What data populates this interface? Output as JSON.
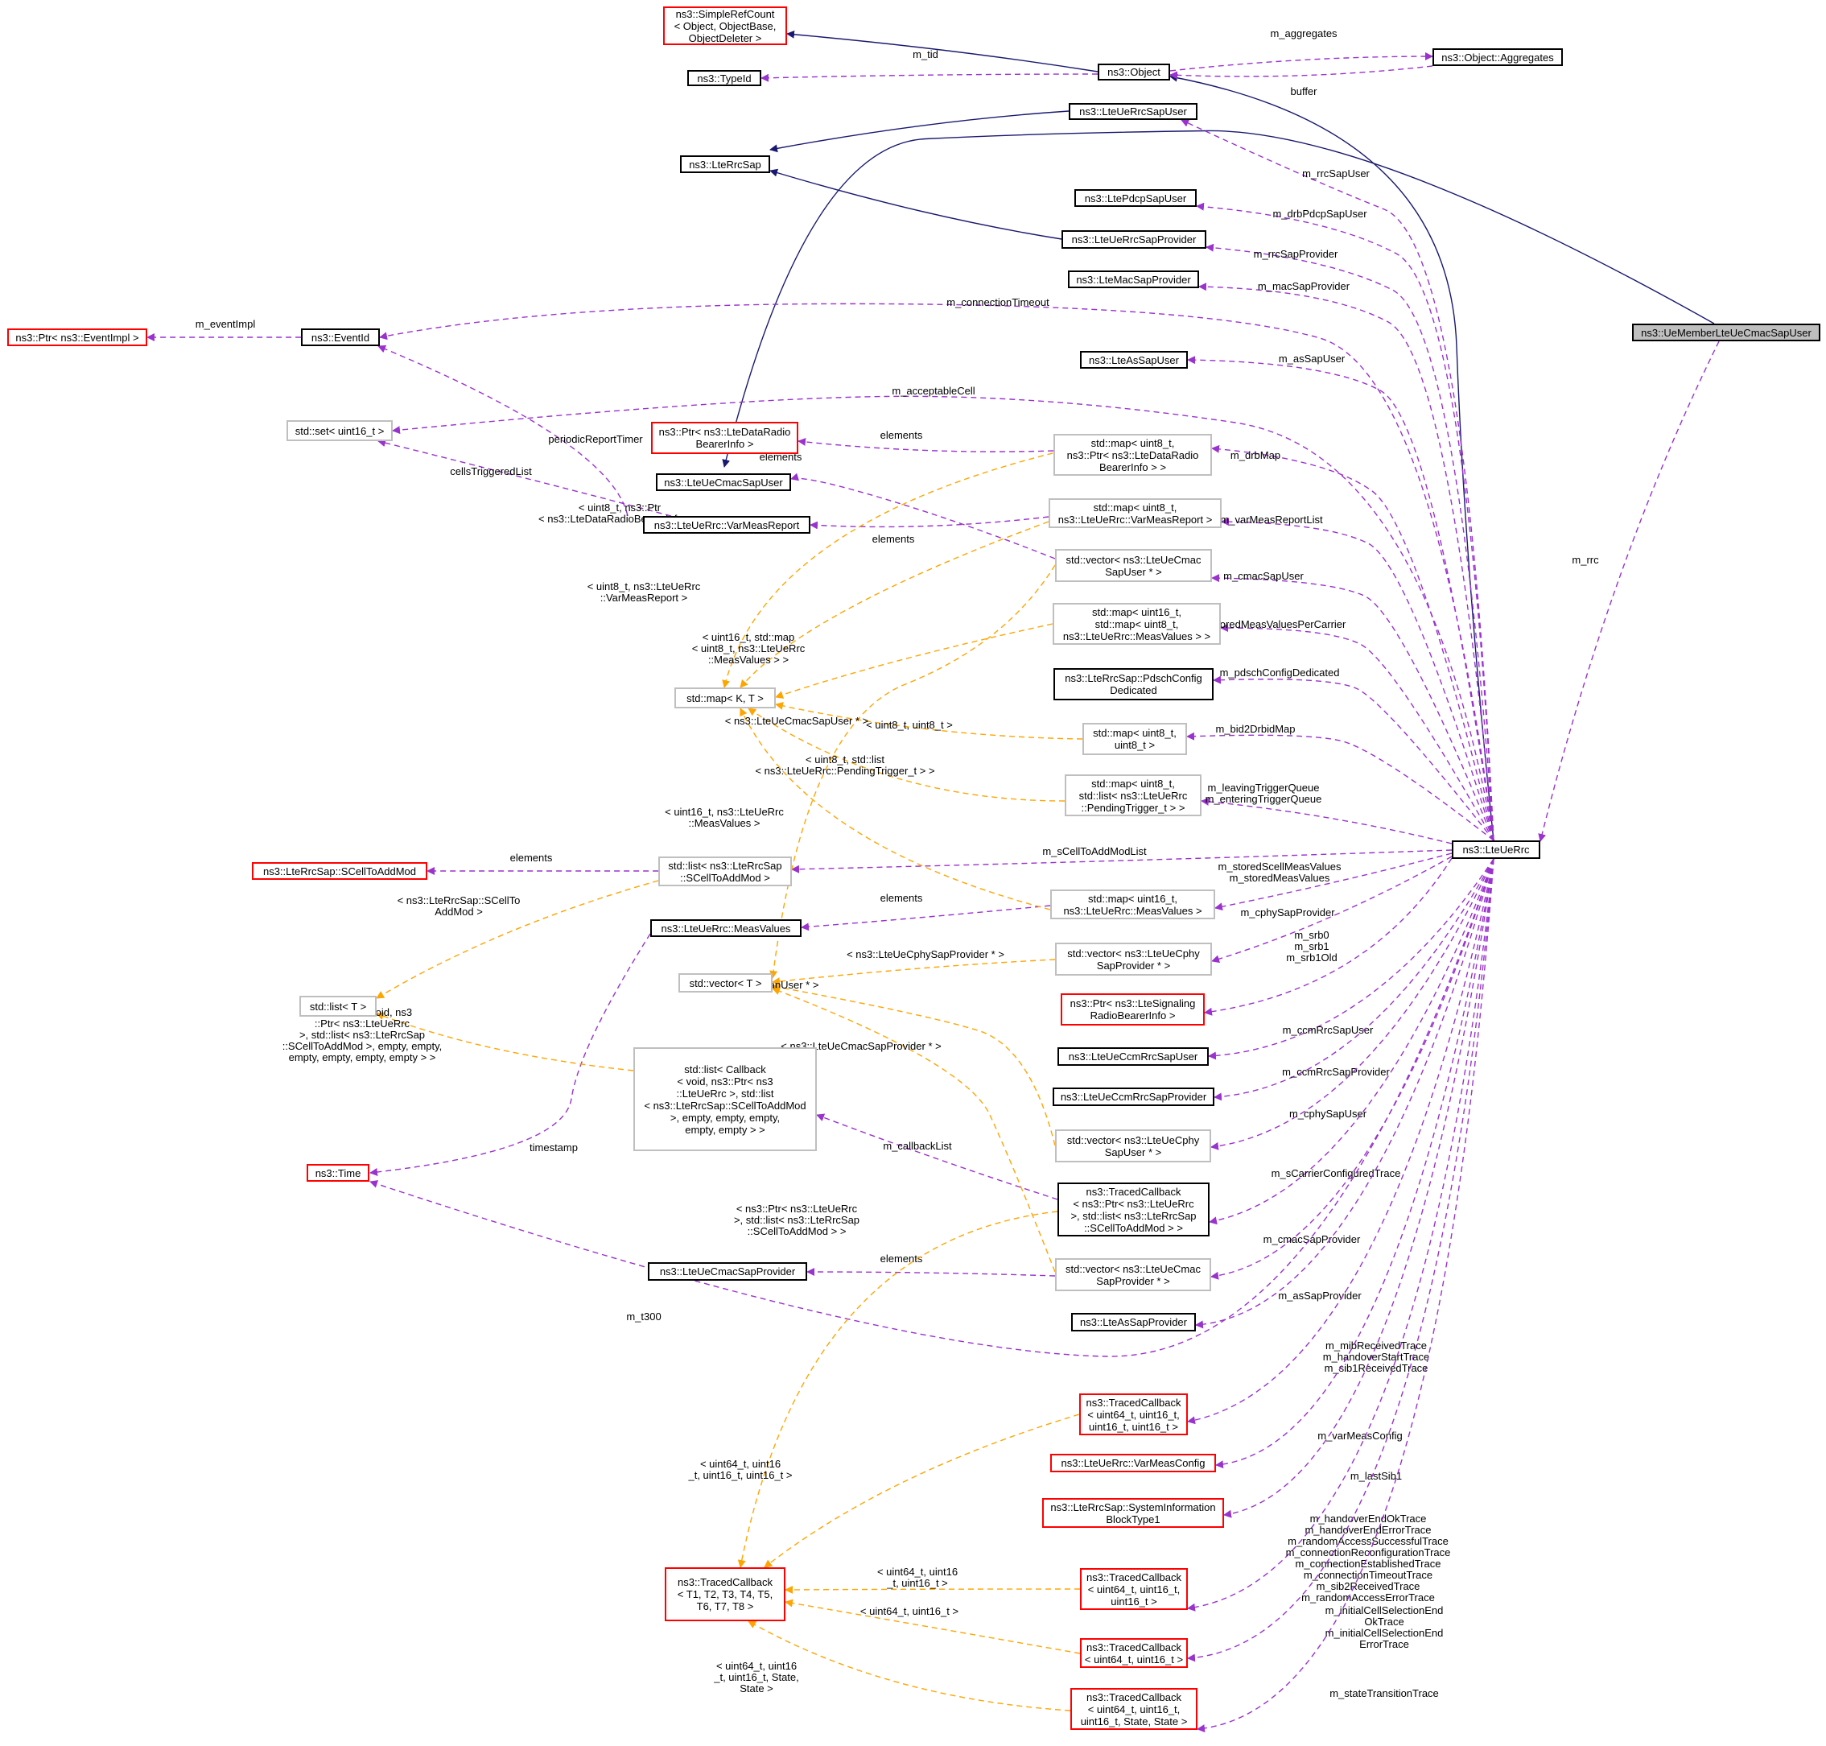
{
  "nodes": {
    "simpleRefCount": {
      "lines": [
        "ns3::SimpleRefCount",
        "< Object, ObjectBase,",
        "ObjectDeleter >"
      ],
      "style": "red"
    },
    "typeId": {
      "lines": [
        "ns3::TypeId"
      ],
      "style": "black"
    },
    "object": {
      "lines": [
        "ns3::Object"
      ],
      "style": "black"
    },
    "aggregates": {
      "lines": [
        "ns3::Object::Aggregates"
      ],
      "style": "black"
    },
    "lteUeRrcSapUser": {
      "lines": [
        "ns3::LteUeRrcSapUser"
      ],
      "style": "black"
    },
    "lteRrcSap": {
      "lines": [
        "ns3::LteRrcSap"
      ],
      "style": "black"
    },
    "ltePdcpSapUser": {
      "lines": [
        "ns3::LtePdcpSapUser"
      ],
      "style": "black"
    },
    "lteUeRrcSapProvider": {
      "lines": [
        "ns3::LteUeRrcSapProvider"
      ],
      "style": "black"
    },
    "lteMacSapProvider": {
      "lines": [
        "ns3::LteMacSapProvider"
      ],
      "style": "black"
    },
    "ptrEventImpl": {
      "lines": [
        "ns3::Ptr< ns3::EventImpl >"
      ],
      "style": "red"
    },
    "eventId": {
      "lines": [
        "ns3::EventId"
      ],
      "style": "black"
    },
    "lteAsSapUser": {
      "lines": [
        "ns3::LteAsSapUser"
      ],
      "style": "black"
    },
    "focusNode": {
      "lines": [
        "ns3::UeMemberLteUeCmacSapUser"
      ],
      "style": "focus"
    },
    "setUint16": {
      "lines": [
        "std::set< uint16_t >"
      ],
      "style": "grey"
    },
    "ptrDataRadio": {
      "lines": [
        "ns3::Ptr< ns3::LteDataRadio",
        "BearerInfo >"
      ],
      "style": "red"
    },
    "mapDrb": {
      "lines": [
        "std::map< uint8_t,",
        "ns3::Ptr< ns3::LteDataRadio",
        "BearerInfo > >"
      ],
      "style": "grey"
    },
    "lteUeCmacSapUser": {
      "lines": [
        "ns3::LteUeCmacSapUser"
      ],
      "style": "black"
    },
    "varMeasReport": {
      "lines": [
        "ns3::LteUeRrc::VarMeasReport"
      ],
      "style": "black"
    },
    "mapVarMeas": {
      "lines": [
        "std::map< uint8_t,",
        "ns3::LteUeRrc::VarMeasReport >"
      ],
      "style": "grey"
    },
    "vecCmacUser": {
      "lines": [
        "std::vector< ns3::LteUeCmac",
        "SapUser * >"
      ],
      "style": "grey"
    },
    "mapStoredMeas": {
      "lines": [
        "std::map< uint16_t,",
        "std::map< uint8_t,",
        "ns3::LteUeRrc::MeasValues > >"
      ],
      "style": "grey"
    },
    "mapKT": {
      "lines": [
        "std::map< K, T >"
      ],
      "style": "grey"
    },
    "pdschConfig": {
      "lines": [
        "ns3::LteRrcSap::PdschConfig",
        "Dedicated"
      ],
      "style": "black"
    },
    "mapUint8": {
      "lines": [
        "std::map< uint8_t,",
        "uint8_t >"
      ],
      "style": "grey"
    },
    "mapPending": {
      "lines": [
        "std::map< uint8_t,",
        "std::list< ns3::LteUeRrc",
        "::PendingTrigger_t > >"
      ],
      "style": "grey"
    },
    "lteUeRrc": {
      "lines": [
        "ns3::LteUeRrc"
      ],
      "style": "black"
    },
    "scellAddMod": {
      "lines": [
        "ns3::LteRrcSap::SCellToAddMod"
      ],
      "style": "red"
    },
    "listScell": {
      "lines": [
        "std::list< ns3::LteRrcSap",
        "::SCellToAddMod >"
      ],
      "style": "grey"
    },
    "measValues": {
      "lines": [
        "ns3::LteUeRrc::MeasValues"
      ],
      "style": "black"
    },
    "mapMeasValues": {
      "lines": [
        "std::map< uint16_t,",
        "ns3::LteUeRrc::MeasValues >"
      ],
      "style": "grey"
    },
    "vectorT": {
      "lines": [
        "std::vector< T >"
      ],
      "style": "grey"
    },
    "vecCphyProv": {
      "lines": [
        "std::vector< ns3::LteUeCphy",
        "SapProvider * >"
      ],
      "style": "grey"
    },
    "listT": {
      "lines": [
        "std::list< T >"
      ],
      "style": "grey"
    },
    "ptrSignaling": {
      "lines": [
        "ns3::Ptr< ns3::LteSignaling",
        "RadioBearerInfo >"
      ],
      "style": "red"
    },
    "ccmUser": {
      "lines": [
        "ns3::LteUeCcmRrcSapUser"
      ],
      "style": "black"
    },
    "listCallback": {
      "lines": [
        "std::list< Callback",
        "< void, ns3::Ptr< ns3",
        "::LteUeRrc >, std::list",
        "< ns3::LteRrcSap::SCellToAddMod",
        ">, empty, empty, empty,",
        "empty, empty > >"
      ],
      "style": "grey"
    },
    "ccmProvider": {
      "lines": [
        "ns3::LteUeCcmRrcSapProvider"
      ],
      "style": "black"
    },
    "vecCphyUser": {
      "lines": [
        "std::vector< ns3::LteUeCphy",
        "SapUser * >"
      ],
      "style": "grey"
    },
    "time": {
      "lines": [
        "ns3::Time"
      ],
      "style": "red"
    },
    "tracedScell": {
      "lines": [
        "ns3::TracedCallback",
        "< ns3::Ptr< ns3::LteUeRrc",
        ">, std::list< ns3::LteRrcSap",
        "::SCellToAddMod > >"
      ],
      "style": "black"
    },
    "cmacProvider": {
      "lines": [
        "ns3::LteUeCmacSapProvider"
      ],
      "style": "black"
    },
    "vecCmacProv": {
      "lines": [
        "std::vector< ns3::LteUeCmac",
        "SapProvider * >"
      ],
      "style": "grey"
    },
    "asProvider": {
      "lines": [
        "ns3::LteAsSapProvider"
      ],
      "style": "black"
    },
    "traced4": {
      "lines": [
        "ns3::TracedCallback",
        "< uint64_t, uint16_t,",
        "uint16_t, uint16_t >"
      ],
      "style": "red"
    },
    "varMeasConfig": {
      "lines": [
        "ns3::LteUeRrc::VarMeasConfig"
      ],
      "style": "red"
    },
    "sib1": {
      "lines": [
        "ns3::LteRrcSap::SystemInformation",
        "BlockType1"
      ],
      "style": "red"
    },
    "tracedT1T8": {
      "lines": [
        "ns3::TracedCallback",
        "< T1, T2, T3, T4, T5,",
        "T6, T7, T8 >"
      ],
      "style": "red"
    },
    "traced3": {
      "lines": [
        "ns3::TracedCallback",
        "< uint64_t, uint16_t,",
        "uint16_t >"
      ],
      "style": "red"
    },
    "traced2": {
      "lines": [
        "ns3::TracedCallback",
        "< uint64_t, uint16_t >"
      ],
      "style": "red"
    },
    "tracedState": {
      "lines": [
        "ns3::TracedCallback",
        "< uint64_t, uint16_t,",
        "uint16_t, State, State >"
      ],
      "style": "red"
    }
  },
  "edges": [
    {
      "from": "object",
      "to": "simpleRefCount",
      "kind": "inherit",
      "label": []
    },
    {
      "from": "lteUeRrcSapUser",
      "to": "lteRrcSap",
      "kind": "inherit",
      "label": []
    },
    {
      "from": "lteUeRrcSapProvider",
      "to": "lteRrcSap",
      "kind": "inherit",
      "label": []
    },
    {
      "from": "focusNode",
      "to": "lteUeCmacSapUser",
      "kind": "inherit",
      "label": []
    },
    {
      "from": "lteUeRrc",
      "to": "object",
      "kind": "inherit",
      "label": []
    },
    {
      "from": "object",
      "to": "typeId",
      "kind": "member",
      "label": [
        "m_tid"
      ]
    },
    {
      "from": "object",
      "to": "aggregates",
      "kind": "member",
      "label": [
        "m_aggregates"
      ]
    },
    {
      "from": "aggregates",
      "to": "object",
      "kind": "member",
      "label": [
        "buffer"
      ]
    },
    {
      "from": "eventId",
      "to": "ptrEventImpl",
      "kind": "member",
      "label": [
        "m_eventImpl"
      ]
    },
    {
      "from": "varMeasReport",
      "to": "eventId",
      "kind": "member",
      "label": [
        "periodicReportTimer"
      ]
    },
    {
      "from": "varMeasReport",
      "to": "setUint16",
      "kind": "member",
      "label": [
        "cellsTriggeredList"
      ]
    },
    {
      "from": "mapDrb",
      "to": "ptrDataRadio",
      "kind": "member",
      "label": [
        "elements"
      ]
    },
    {
      "from": "vecCmacUser",
      "to": "lteUeCmacSapUser",
      "kind": "member",
      "label": [
        "elements"
      ]
    },
    {
      "from": "mapVarMeas",
      "to": "varMeasReport",
      "kind": "member",
      "label": [
        "elements"
      ]
    },
    {
      "from": "listScell",
      "to": "scellAddMod",
      "kind": "member",
      "label": [
        "elements"
      ]
    },
    {
      "from": "mapMeasValues",
      "to": "measValues",
      "kind": "member",
      "label": [
        "elements"
      ]
    },
    {
      "from": "measValues",
      "to": "time",
      "kind": "member",
      "label": [
        "timestamp"
      ]
    },
    {
      "from": "tracedScell",
      "to": "listCallback",
      "kind": "member",
      "label": [
        "m_callbackList"
      ]
    },
    {
      "from": "vecCmacProv",
      "to": "cmacProvider",
      "kind": "member",
      "label": [
        "elements"
      ]
    },
    {
      "from": "focusNode",
      "to": "lteUeRrc",
      "kind": "member",
      "label": [
        "m_rrc"
      ]
    },
    {
      "from": "lteUeRrc",
      "to": "lteUeRrcSapUser",
      "kind": "member",
      "label": [
        "m_rrcSapUser"
      ]
    },
    {
      "from": "lteUeRrc",
      "to": "ltePdcpSapUser",
      "kind": "member",
      "label": [
        "m_drbPdcpSapUser"
      ]
    },
    {
      "from": "lteUeRrc",
      "to": "lteUeRrcSapProvider",
      "kind": "member",
      "label": [
        "m_rrcSapProvider"
      ]
    },
    {
      "from": "lteUeRrc",
      "to": "lteMacSapProvider",
      "kind": "member",
      "label": [
        "m_macSapProvider"
      ]
    },
    {
      "from": "lteUeRrc",
      "to": "eventId",
      "kind": "member",
      "label": [
        "m_connectionTimeout"
      ]
    },
    {
      "from": "lteUeRrc",
      "to": "lteAsSapUser",
      "kind": "member",
      "label": [
        "m_asSapUser"
      ]
    },
    {
      "from": "lteUeRrc",
      "to": "setUint16",
      "kind": "member",
      "label": [
        "m_acceptableCell"
      ]
    },
    {
      "from": "lteUeRrc",
      "to": "mapDrb",
      "kind": "member",
      "label": [
        "m_drbMap"
      ]
    },
    {
      "from": "lteUeRrc",
      "to": "mapVarMeas",
      "kind": "member",
      "label": [
        "m_varMeasReportList"
      ]
    },
    {
      "from": "lteUeRrc",
      "to": "vecCmacUser",
      "kind": "member",
      "label": [
        "m_cmacSapUser"
      ]
    },
    {
      "from": "lteUeRrc",
      "to": "mapStoredMeas",
      "kind": "member",
      "label": [
        "m_storedMeasValuesPerCarrier"
      ]
    },
    {
      "from": "lteUeRrc",
      "to": "pdschConfig",
      "kind": "member",
      "label": [
        "m_pdschConfigDedicated"
      ]
    },
    {
      "from": "lteUeRrc",
      "to": "mapUint8",
      "kind": "member",
      "label": [
        "m_bid2DrbidMap"
      ]
    },
    {
      "from": "lteUeRrc",
      "to": "mapPending",
      "kind": "member",
      "label": [
        "m_leavingTriggerQueue",
        "m_enteringTriggerQueue"
      ]
    },
    {
      "from": "lteUeRrc",
      "to": "listScell",
      "kind": "member",
      "label": [
        "m_sCellToAddModList"
      ]
    },
    {
      "from": "lteUeRrc",
      "to": "mapMeasValues",
      "kind": "member",
      "label": [
        "m_storedScellMeasValues",
        "m_storedMeasValues"
      ]
    },
    {
      "from": "lteUeRrc",
      "to": "vecCphyProv",
      "kind": "member",
      "label": [
        "m_cphySapProvider"
      ]
    },
    {
      "from": "lteUeRrc",
      "to": "ptrSignaling",
      "kind": "member",
      "label": [
        "m_srb0",
        "m_srb1",
        "m_srb1Old"
      ]
    },
    {
      "from": "lteUeRrc",
      "to": "ccmUser",
      "kind": "member",
      "label": [
        "m_ccmRrcSapUser"
      ]
    },
    {
      "from": "lteUeRrc",
      "to": "ccmProvider",
      "kind": "member",
      "label": [
        "m_ccmRrcSapProvider"
      ]
    },
    {
      "from": "lteUeRrc",
      "to": "vecCphyUser",
      "kind": "member",
      "label": [
        "m_cphySapUser"
      ]
    },
    {
      "from": "lteUeRrc",
      "to": "tracedScell",
      "kind": "member",
      "label": [
        "m_sCarrierConfiguredTrace"
      ]
    },
    {
      "from": "lteUeRrc",
      "to": "vecCmacProv",
      "kind": "member",
      "label": [
        "m_cmacSapProvider"
      ]
    },
    {
      "from": "lteUeRrc",
      "to": "asProvider",
      "kind": "member",
      "label": [
        "m_asSapProvider"
      ]
    },
    {
      "from": "lteUeRrc",
      "to": "time",
      "kind": "member",
      "label": [
        "m_t300"
      ]
    },
    {
      "from": "lteUeRrc",
      "to": "traced4",
      "kind": "member",
      "label": [
        "m_mibReceivedTrace",
        "m_handoverStartTrace",
        "m_sib1ReceivedTrace"
      ]
    },
    {
      "from": "lteUeRrc",
      "to": "varMeasConfig",
      "kind": "member",
      "label": [
        "m_varMeasConfig"
      ]
    },
    {
      "from": "lteUeRrc",
      "to": "sib1",
      "kind": "member",
      "label": [
        "m_lastSib1"
      ]
    },
    {
      "from": "lteUeRrc",
      "to": "traced3",
      "kind": "member",
      "label": [
        "m_handoverEndOkTrace",
        "m_handoverEndErrorTrace",
        "m_randomAccessSuccessfulTrace",
        "m_connectionReconfigurationTrace",
        "m_connectionEstablishedTrace",
        "m_connectionTimeoutTrace",
        "m_sib2ReceivedTrace",
        "m_randomAccessErrorTrace"
      ]
    },
    {
      "from": "lteUeRrc",
      "to": "traced2",
      "kind": "member",
      "label": [
        "m_initialCellSelectionEnd",
        "OkTrace",
        "m_initialCellSelectionEnd",
        "ErrorTrace"
      ]
    },
    {
      "from": "lteUeRrc",
      "to": "tracedState",
      "kind": "member",
      "label": [
        "m_stateTransitionTrace"
      ]
    },
    {
      "from": "mapDrb",
      "to": "mapKT",
      "kind": "template",
      "label": [
        "< uint8_t, ns3::Ptr",
        "< ns3::LteDataRadioBearerInfo > >"
      ]
    },
    {
      "from": "mapVarMeas",
      "to": "mapKT",
      "kind": "template",
      "label": [
        "< uint8_t, ns3::LteUeRrc",
        "::VarMeasReport >"
      ]
    },
    {
      "from": "mapStoredMeas",
      "to": "mapKT",
      "kind": "template",
      "label": [
        "< uint16_t, std::map",
        "< uint8_t, ns3::LteUeRrc",
        "::MeasValues > >"
      ]
    },
    {
      "from": "mapUint8",
      "to": "mapKT",
      "kind": "template",
      "label": [
        "< uint8_t, uint8_t >"
      ]
    },
    {
      "from": "mapPending",
      "to": "mapKT",
      "kind": "template",
      "label": [
        "< uint8_t, std::list",
        "< ns3::LteUeRrc::PendingTrigger_t > >"
      ]
    },
    {
      "from": "mapMeasValues",
      "to": "mapKT",
      "kind": "template",
      "label": [
        "< uint16_t, ns3::LteUeRrc",
        "::MeasValues >"
      ]
    },
    {
      "from": "vecCmacUser",
      "to": "vectorT",
      "kind": "template",
      "label": [
        "< ns3::LteUeCmacSapUser * >"
      ]
    },
    {
      "from": "vecCphyProv",
      "to": "vectorT",
      "kind": "template",
      "label": [
        "< ns3::LteUeCphySapProvider * >"
      ]
    },
    {
      "from": "vecCphyUser",
      "to": "vectorT",
      "kind": "template",
      "label": [
        "< ns3::LteUeCphySapUser * >"
      ]
    },
    {
      "from": "vecCmacProv",
      "to": "vectorT",
      "kind": "template",
      "label": [
        "< ns3::LteUeCmacSapProvider * >"
      ]
    },
    {
      "from": "listScell",
      "to": "listT",
      "kind": "template",
      "label": [
        "< ns3::LteRrcSap::SCellTo",
        "AddMod >"
      ]
    },
    {
      "from": "listCallback",
      "to": "listT",
      "kind": "template",
      "label": [
        "< Callback< void, ns3",
        "::Ptr< ns3::LteUeRrc",
        ">, std::list< ns3::LteRrcSap",
        "::SCellToAddMod >, empty, empty,",
        "empty, empty, empty, empty > >"
      ]
    },
    {
      "from": "tracedScell",
      "to": "tracedT1T8",
      "kind": "template",
      "label": [
        "< ns3::Ptr< ns3::LteUeRrc",
        ">, std::list< ns3::LteRrcSap",
        "::SCellToAddMod > >"
      ]
    },
    {
      "from": "traced4",
      "to": "tracedT1T8",
      "kind": "template",
      "label": [
        "< uint64_t, uint16",
        "_t, uint16_t, uint16_t >"
      ]
    },
    {
      "from": "traced3",
      "to": "tracedT1T8",
      "kind": "template",
      "label": [
        "< uint64_t, uint16",
        "_t, uint16_t >"
      ]
    },
    {
      "from": "traced2",
      "to": "tracedT1T8",
      "kind": "template",
      "label": [
        "< uint64_t, uint16_t >"
      ]
    },
    {
      "from": "tracedState",
      "to": "tracedT1T8",
      "kind": "template",
      "label": [
        "< uint64_t, uint16",
        "_t, uint16_t, State,",
        "State >"
      ]
    }
  ]
}
